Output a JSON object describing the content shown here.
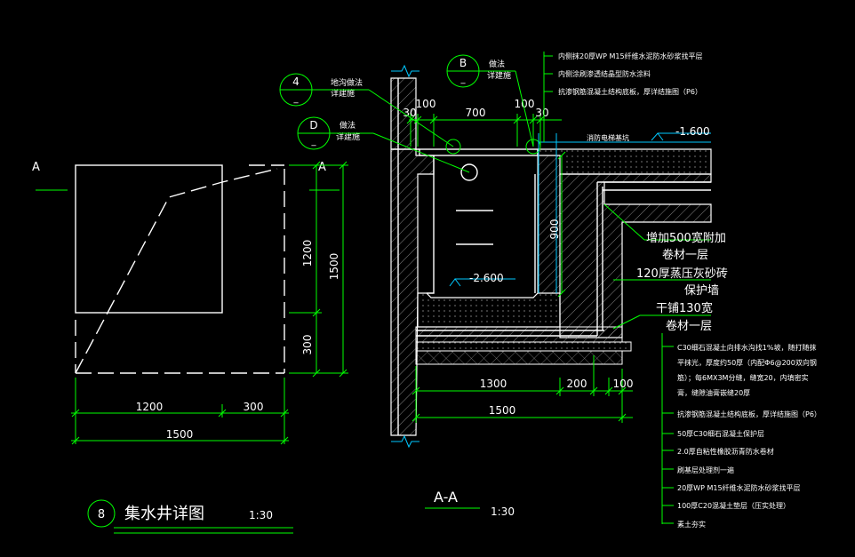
{
  "plan": {
    "section_mark_left": "A",
    "section_mark_right": "A",
    "dim_h1": "1200",
    "dim_h2": "300",
    "dim_h_total": "1500",
    "dim_v1": "1200",
    "dim_v2": "300",
    "dim_v_total": "1500"
  },
  "title_block": {
    "detail_number": "8",
    "title": "集水井详图",
    "scale": "1:30"
  },
  "section": {
    "title": "A-A",
    "scale": "1:30",
    "dims_top": [
      "30",
      "100",
      "700",
      "100",
      "30"
    ],
    "dim_900": "900",
    "dims_bottom_1": [
      "1300",
      "200",
      "100"
    ],
    "dim_bottom_total": "1500",
    "elev_top": "-1.600",
    "elev_bottom": "-2.600",
    "pipe_note": "消防电梯基坑"
  },
  "callouts": [
    {
      "id": "4",
      "sub": "_",
      "line1": "地沟做法",
      "line2": "详建施"
    },
    {
      "id": "D",
      "sub": "_",
      "line1": "做法",
      "line2": "详建施"
    },
    {
      "id": "B",
      "sub": "_",
      "line1": "做法",
      "line2": "详建施"
    }
  ],
  "top_notes": [
    "内侧抹20厚WP M15纤维水泥防水砂浆找平层",
    "内侧涂刷渗透结晶型防水涂料",
    "抗渗钢筋混凝土结构底板，厚详结施图（P6）"
  ],
  "side_notes": [
    "增加500宽附加",
    "卷材一层",
    "120厚蒸压灰砂砖",
    "保护墙",
    "干铺130宽",
    "卷材一层"
  ],
  "layer_notes": [
    "C30细石混凝土向排水沟找1%坡，随打随抹",
    "平抹光，厚度约50厚（内配Φ6@200双向钢",
    "筋）；每6MX3M分缝，缝宽20，内填密实",
    "膏，缝隙油膏嵌缝20厚",
    "抗渗钢筋混凝土结构底板，厚详结施图（P6）",
    "50厚C30细石混凝土保护层",
    "2.0厚自粘性橡胶沥青防水卷材",
    "刷基层处理剂一遍",
    "20厚WP M15纤维水泥防水砂浆找平层",
    "100厚C20混凝土垫层（压实处理）",
    "素土夯实"
  ]
}
